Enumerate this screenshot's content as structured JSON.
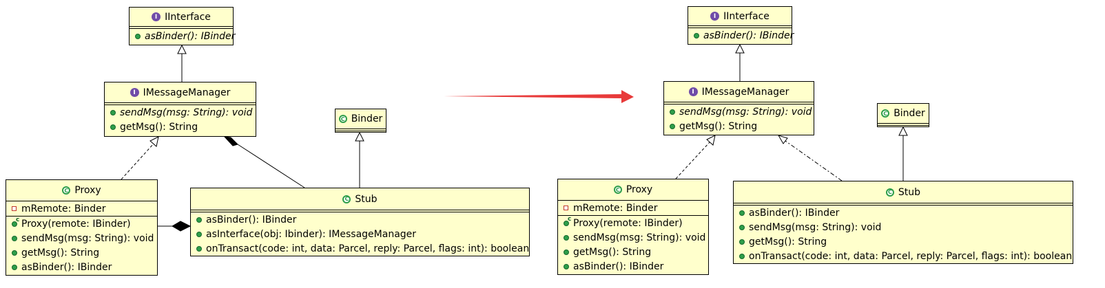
{
  "left": {
    "iinterface": {
      "name": "IInterface",
      "methods": [
        "asBinder(): IBinder"
      ]
    },
    "imessagemanager": {
      "name": "IMessageManager",
      "methods": [
        "sendMsg(msg: String): void",
        "getMsg(): String"
      ]
    },
    "binder": {
      "name": "Binder"
    },
    "proxy": {
      "name": "Proxy",
      "fields": [
        "mRemote: Binder"
      ],
      "methods": [
        "Proxy(remote: IBinder)",
        "sendMsg(msg: String): void",
        "getMsg(): String",
        "asBinder(): IBinder"
      ]
    },
    "stub": {
      "name": "Stub",
      "methods": [
        "asBinder(): IBinder",
        "asInterface(obj: Ibinder): IMessageManager",
        "onTransact(code: int, data: Parcel, reply: Parcel, flags: int): boolean"
      ]
    }
  },
  "right": {
    "iinterface": {
      "name": "IInterface",
      "methods": [
        "asBinder(): IBinder"
      ]
    },
    "imessagemanager": {
      "name": "IMessageManager",
      "methods": [
        "sendMsg(msg: String): void",
        "getMsg(): String"
      ]
    },
    "binder": {
      "name": "Binder"
    },
    "proxy": {
      "name": "Proxy",
      "fields": [
        "mRemote: Binder"
      ],
      "methods": [
        "Proxy(remote: IBinder)",
        "sendMsg(msg: String): void",
        "getMsg(): String",
        "asBinder(): IBinder"
      ]
    },
    "stub": {
      "name": "Stub",
      "methods": [
        "asBinder(): IBinder",
        "sendMsg(msg: String): void",
        "getMsg(): String",
        "onTransact(code: int, data: Parcel, reply: Parcel, flags: int): boolean"
      ]
    }
  },
  "badges": {
    "interface": "I",
    "class": "C"
  },
  "colors": {
    "class_fill": "#ffffcc",
    "arrow": "#e83a3a",
    "member_dot": "#2e9e4a",
    "interface_badge": "#6f4ca8"
  }
}
